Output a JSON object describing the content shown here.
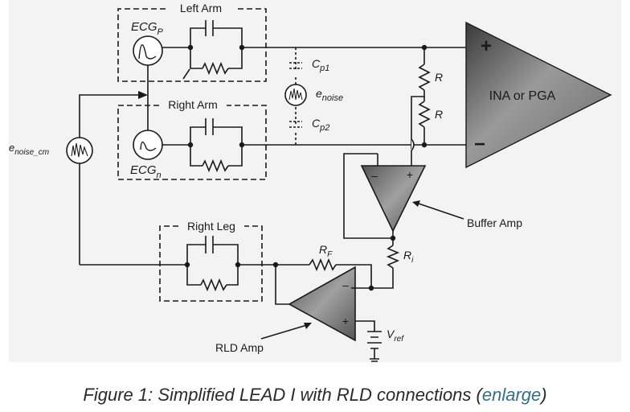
{
  "diagram": {
    "left_arm_label": "Left Arm",
    "right_arm_label": "Right Arm",
    "right_leg_label": "Right Leg",
    "ecg_p": {
      "base": "ECG",
      "sub": "P"
    },
    "ecg_n": {
      "base": "ECG",
      "sub": "n"
    },
    "cp1": {
      "base": "C",
      "sub": "p1"
    },
    "cp2": {
      "base": "C",
      "sub": "p2"
    },
    "e_noise": {
      "base": "e",
      "sub": "noise"
    },
    "e_noise_cm": {
      "base": "e",
      "sub": "noise_cm"
    },
    "r_top": "R",
    "r_bottom": "R",
    "amp_label": "INA or PGA",
    "plus_sign": "+",
    "minus_sign": "−",
    "buffer_minus": "–",
    "buffer_plus": "+",
    "buffer_amp_label": "Buffer Amp",
    "rf": {
      "base": "R",
      "sub": "F"
    },
    "ri": {
      "base": "R",
      "sub": "i"
    },
    "rld_minus": "–",
    "rld_plus": "+",
    "rld_amp_label": "RLD Amp",
    "vref": {
      "base": "V",
      "sub": "ref"
    }
  },
  "caption": {
    "text": "Figure 1:  Simplified LEAD I with RLD connections (",
    "link": "enlarge",
    "close": ")"
  },
  "colors": {
    "panel": "#f3f3f3",
    "wire": "#1a1a1a",
    "link": "#2f6f8f"
  },
  "icons": [
    "ecg-waveform-icon",
    "noise-source-icon",
    "resistor-icon",
    "capacitor-icon",
    "battery-icon",
    "op-amp-icon"
  ]
}
